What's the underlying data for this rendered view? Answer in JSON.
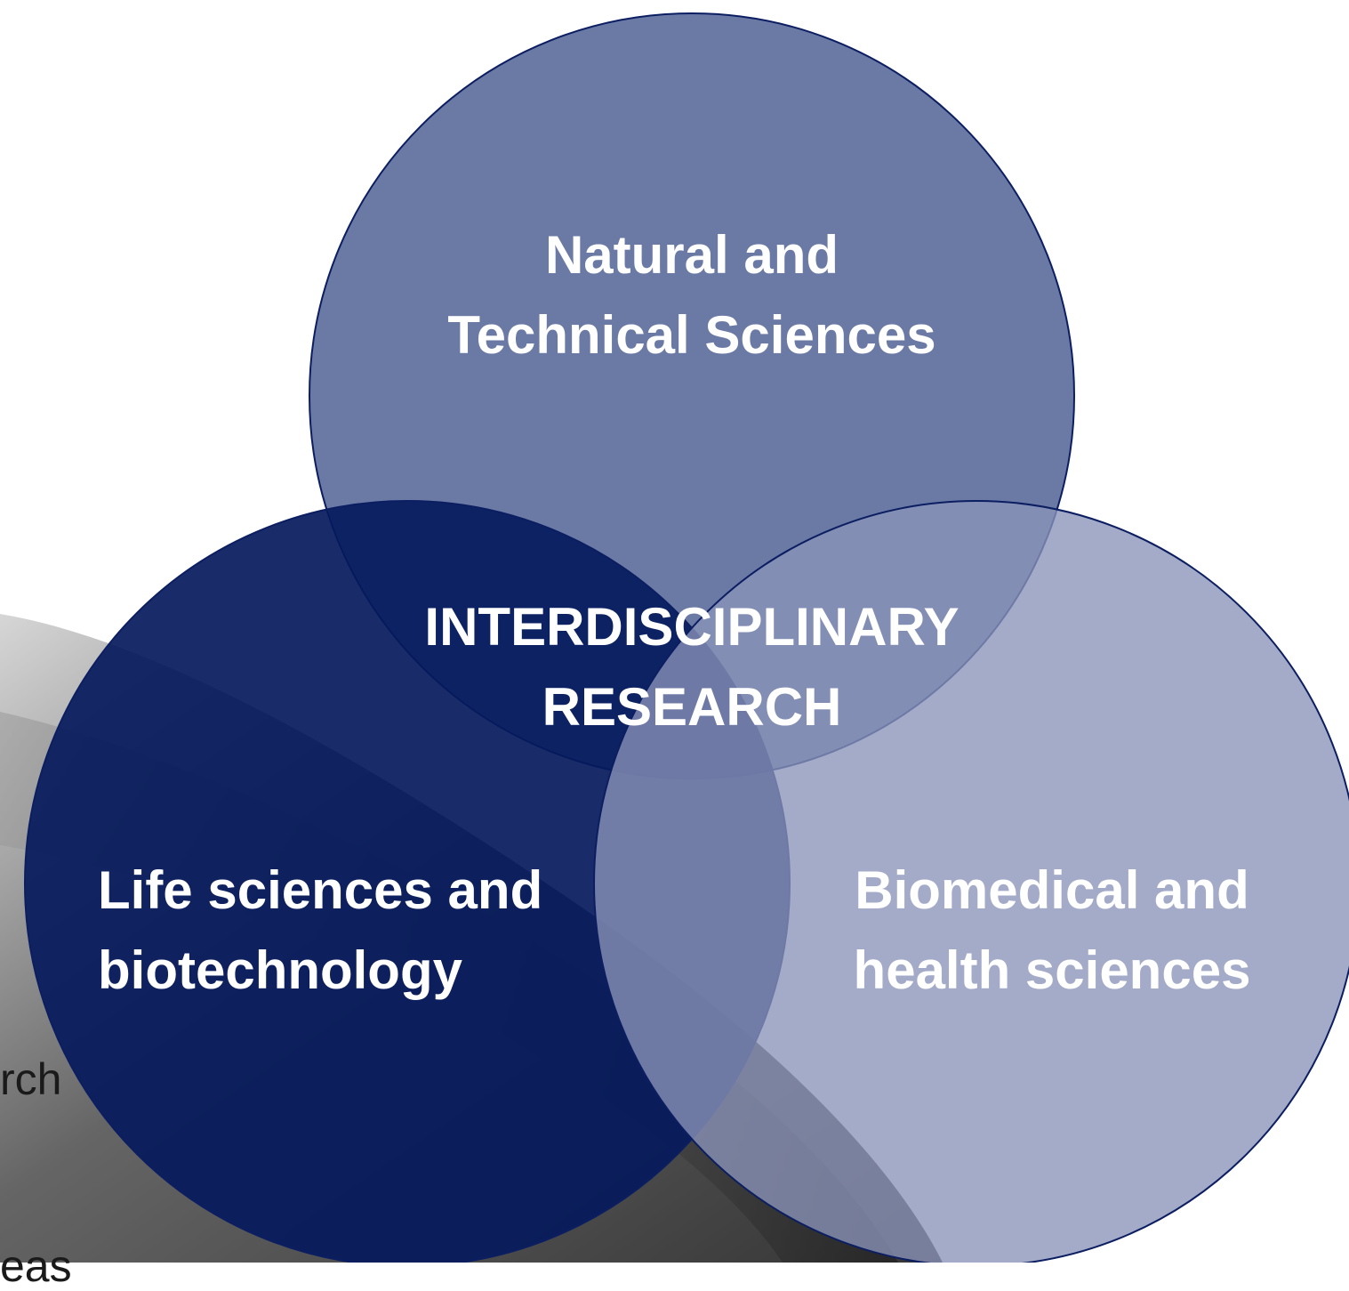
{
  "diagram": {
    "top_circle": {
      "line1": "Natural and",
      "line2": "Technical Sciences",
      "fill": "#3a4d87"
    },
    "left_circle": {
      "line1": "Life sciences and",
      "line2": "biotechnology",
      "fill": "#051a5c"
    },
    "right_circle": {
      "line1": "Biomedical and",
      "line2": "health sciences",
      "fill": "#8a93b9"
    },
    "center": {
      "line1": "INTERDISCIPLINARY",
      "line2": "RESEARCH"
    },
    "outline_color": "#0c1e62"
  },
  "background_fragments": {
    "frag1": "rch",
    "frag2": "eas"
  }
}
